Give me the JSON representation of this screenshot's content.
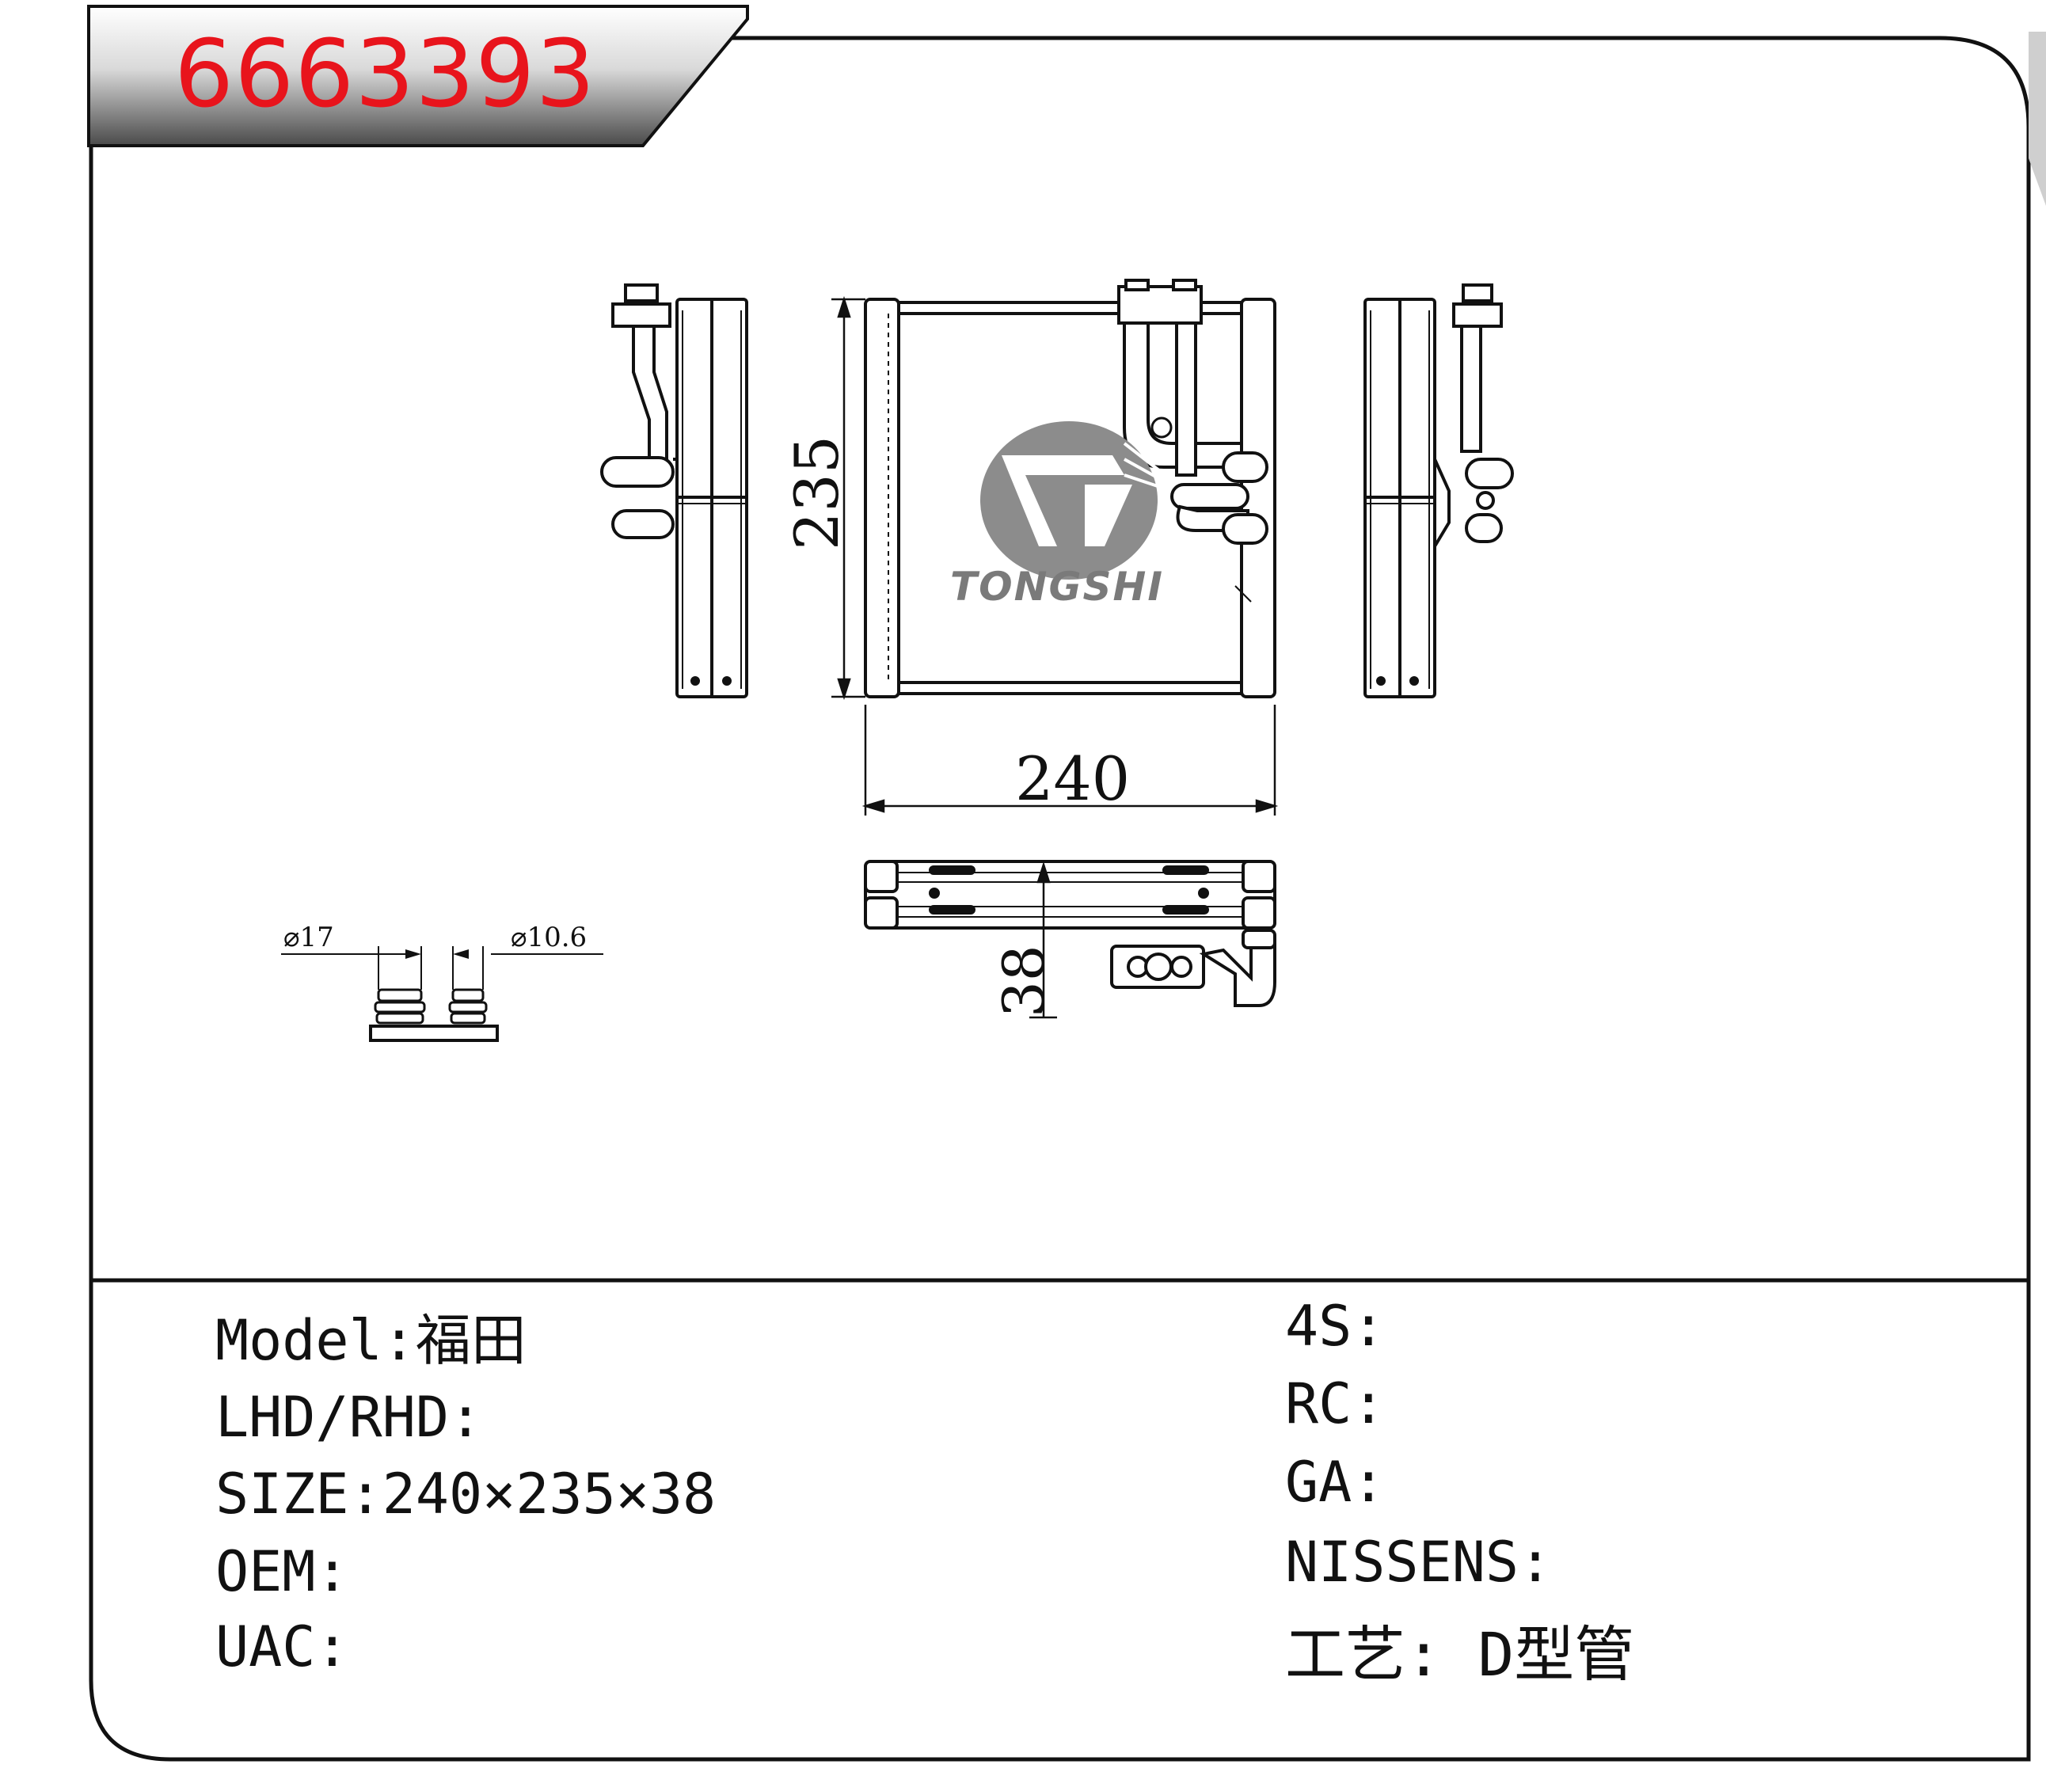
{
  "header": {
    "part_number": "6663393"
  },
  "drawing": {
    "logo_text": "TONGSHI",
    "dimensions": {
      "height": "235",
      "width": "240",
      "depth": "38",
      "pipe_left": "⌀17",
      "pipe_right": "⌀10.6"
    }
  },
  "specs": {
    "left": [
      {
        "label": "Model:",
        "value": "福田"
      },
      {
        "label": "LHD/RHD:",
        "value": ""
      },
      {
        "label": "SIZE:",
        "value": "240×235×38"
      },
      {
        "label": "OEM:",
        "value": ""
      },
      {
        "label": "UAC:",
        "value": ""
      }
    ],
    "right": [
      {
        "label": "4S:",
        "value": ""
      },
      {
        "label": "RC:",
        "value": ""
      },
      {
        "label": "GA:",
        "value": ""
      },
      {
        "label": "NISSENS:",
        "value": ""
      },
      {
        "label": "工艺:",
        "value": "D型管"
      }
    ]
  },
  "colors": {
    "accent": "#e8141c",
    "ink": "#111111",
    "logo": "#7a7a7a"
  }
}
